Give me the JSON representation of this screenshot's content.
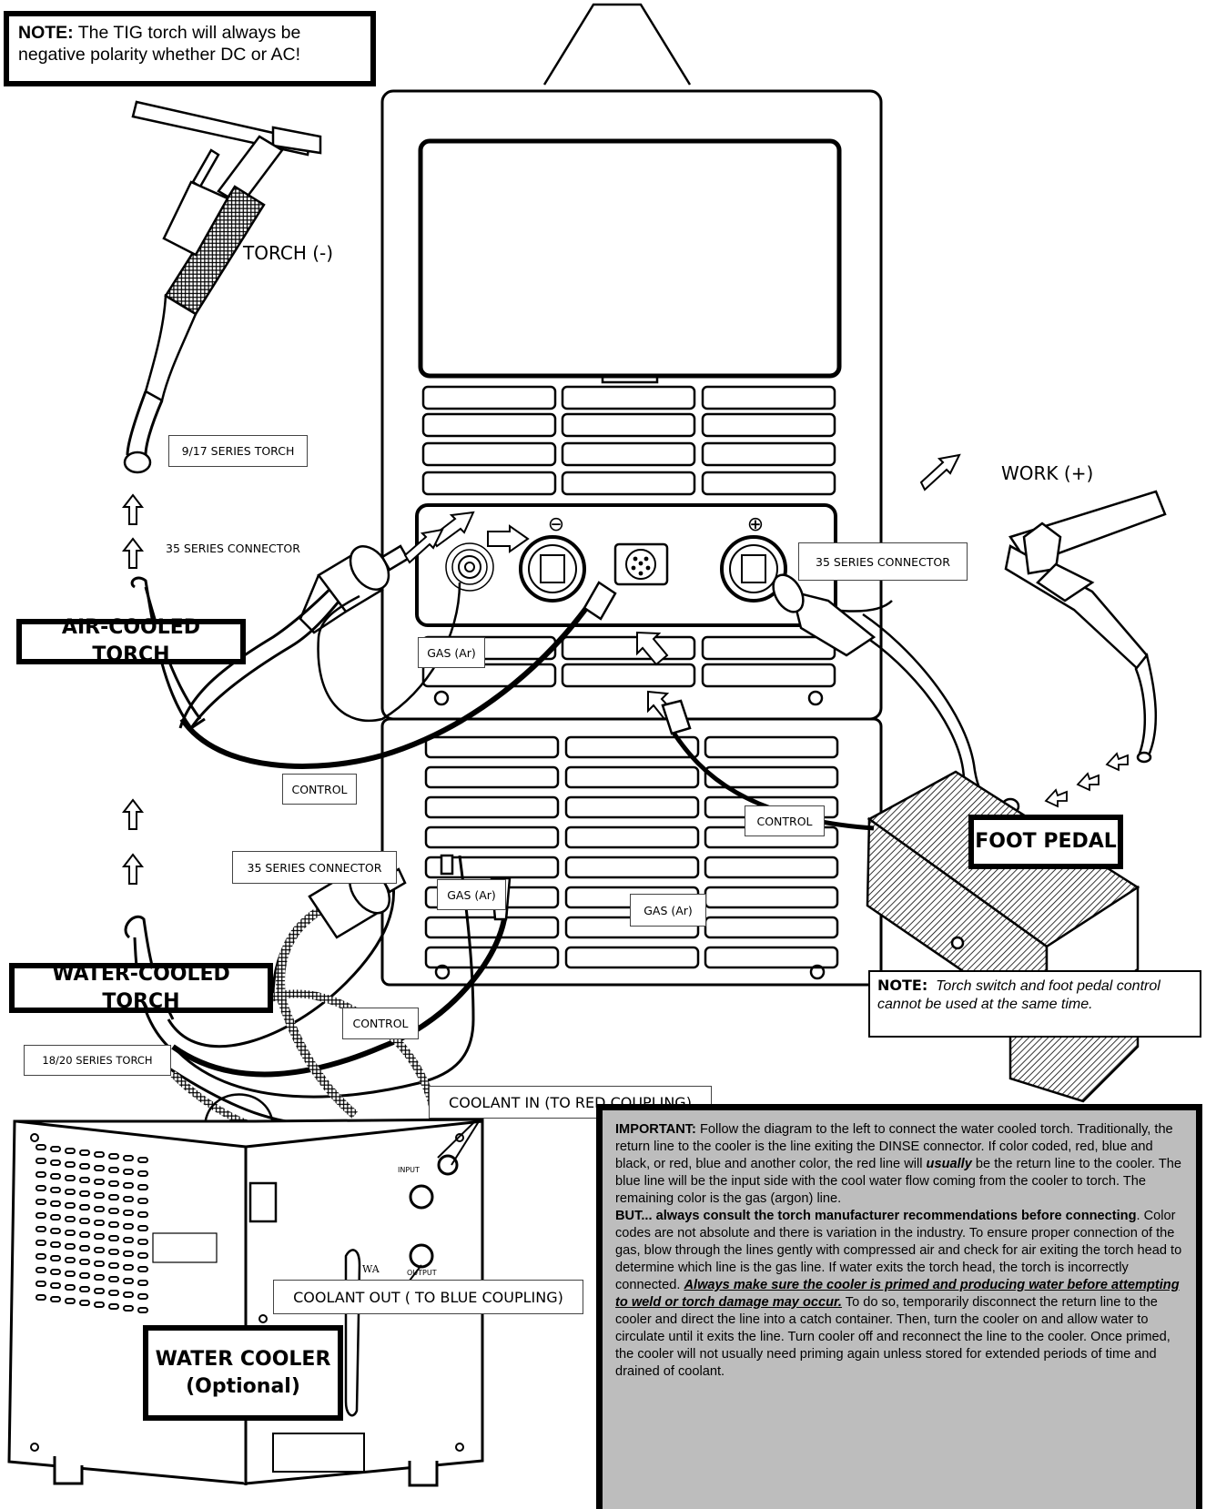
{
  "note_top": {
    "label": "NOTE:",
    "text": "The TIG torch will always be negative polarity whether DC or AC!"
  },
  "torch_label": "TORCH (-)",
  "work_label": "WORK (+)",
  "series_9_17": "9/17 SERIES TORCH",
  "series_18_20": "18/20 SERIES TORCH",
  "connector_35_left": "35 SERIES CONNECTOR",
  "connector_35_right": "35 SERIES CONNECTOR",
  "connector_35_water": "35 SERIES CONNECTOR",
  "air_cooled": "AIR-COOLED TORCH",
  "water_cooled": "WATER-COOLED TORCH",
  "gas_1": "GAS (Ar)",
  "gas_2": "GAS (Ar)",
  "gas_3": "GAS (Ar)",
  "control_1": "CONTROL",
  "control_2": "CONTROL",
  "control_3": "CONTROL",
  "foot_pedal": "FOOT PEDAL",
  "note_bottom": {
    "label": "NOTE:",
    "text": "Torch switch and foot pedal control cannot be used at the same time."
  },
  "coolant_in": "COOLANT IN (TO RED COUPLING)",
  "coolant_out": "COOLANT OUT ( TO BLUE COUPLING)",
  "water_cooler": {
    "line1": "WATER COOLER",
    "line2": "(Optional)"
  },
  "cooler_input": "INPUT",
  "cooler_output": "OUTPUT",
  "cooler_wa": "WA",
  "polarity_minus": "⊖",
  "polarity_plus": "⊕",
  "important": {
    "label": "IMPORTANT:",
    "text1": "Follow the diagram to the left to connect the water cooled torch. Traditionally, the return line to the cooler is the line exiting the DINSE connector. If color coded, red, blue and black, or red, blue and another color, the red line will",
    "usually": "usually",
    "text2": "be the return line to the cooler. The blue line will be the input side with the cool water flow coming from the cooler to torch. The remaining color is the gas (argon) line.",
    "but": "BUT... always consult the torch manufacturer recommendations before connecting",
    "text3": ". Color codes are not absolute and there is variation in the industry. To ensure proper connection of the gas, blow through the lines gently with compressed air and check for air exiting the torch head to determine which line is the gas line. If water exits the torch head, the torch is incorrectly connected.",
    "always": "Always make sure the cooler is primed and producing water before attempting to weld or torch damage may occur.",
    "text4": "To do so, temporarily disconnect the return line to the cooler and direct the line into a catch container. Then, turn the cooler on and allow water to circulate until it exits the line. Turn cooler off and reconnect the line to the cooler. Once primed, the cooler will not usually need priming again unless stored for extended periods of time and drained of coolant."
  }
}
